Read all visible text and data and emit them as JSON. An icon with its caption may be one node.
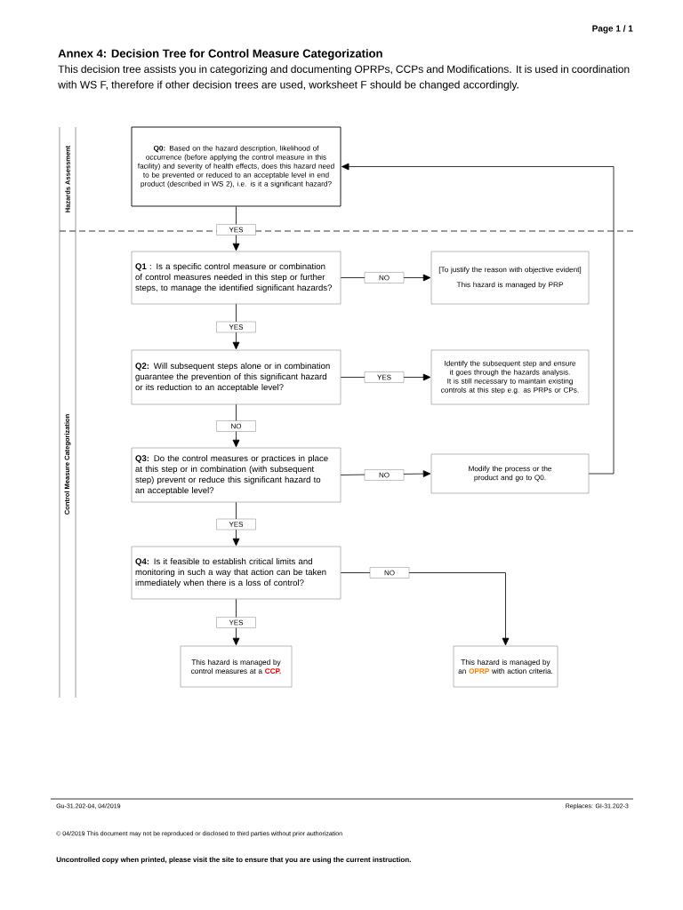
{
  "diagram": {
    "title": "Annex 4: Decision Tree for Control Measure Categorization",
    "nodes": [
      {
        "text": [
          "Hazards Assessment"
        ]
      },
      {
        "text": [
          "Control Measure Categorization"
        ]
      },
      {
        "text": [
          "**Q0:** Based on the hazard description, likelihood of occurrence (before applying the control measure in this facility) and severity of health effects, does this hazard need to be prevented or reduced to an acceptable level in end product (described in WS 2), i.e. is it a significant hazard?"
        ]
      },
      {
        "text": [
          "**Q1** : Is a specific control measure or combination of control measures needed in this step or further steps, to manage the identified significant hazards?"
        ]
      },
      {
        "text": [
          "[To justify the reason with objective evident]",
          "This hazard is managed by PRP"
        ]
      },
      {
        "text": [
          "**Q2:** Will subsequent steps alone or in combination guarantee the prevention of this significant hazard or its reduction to an acceptable level?"
        ]
      },
      {
        "text": [
          "Identify the subsequent step and ensure it goes through the hazards analysis. It is still necessary to maintain existing controls at this step e.g. as PRPs or CPs."
        ]
      },
      {
        "text": [
          "**Q3:** Do the control measures or practices in place at this step or in combination (with subsequent step) prevent or reduce this significant hazard to an acceptable level?"
        ]
      },
      {
        "text": [
          "Modify the process or the product and go to Q0."
        ]
      },
      {
        "text": [
          "**Q4:** Is it feasible to establish critical limits and monitoring in such a way that action can be taken immediately when there is a loss of control?"
        ]
      },
      {
        "text": [
          "This hazard is managed by control measures at a",
          "CCP."
        ]
      },
      {
        "text": [
          "This hazard is managed by an",
          "OPRP",
          "with action criteria."
        ]
      }
    ],
    "edges": [
      {
        "from": 2,
        "to": 3,
        "arrow": "to",
        "label": "YES"
      },
      {
        "from": 3,
        "to": 4,
        "arrow": "to",
        "label": "NO"
      },
      {
        "from": 3,
        "to": 5,
        "arrow": "to",
        "label": "YES"
      },
      {
        "from": 5,
        "to": 6,
        "arrow": "to",
        "label": "YES"
      },
      {
        "from": 5,
        "to": 7,
        "arrow": "to",
        "label": "NO"
      },
      {
        "from": 7,
        "to": 8,
        "arrow": "to",
        "label": "NO"
      },
      {
        "from": 8,
        "to": 2,
        "arrow": "to"
      },
      {
        "from": 7,
        "to": 9,
        "arrow": "to",
        "label": "YES"
      },
      {
        "from": 9,
        "to": 10,
        "arrow": "to",
        "label": "YES"
      },
      {
        "from": 9,
        "to": 11,
        "arrow": "to",
        "label": "NO"
      }
    ],
    "labels": [
      "Page 1 / 1",
      "This decision tree assists you in categorizing and documenting OPRPs, CCPs and Modifications. It is used in coordination with WS F, therefore if other decision trees are used, worksheet F should be changed accordingly.",
      "Gu-31.202-04, 04/2019",
      "Replaces: GI-31.202-3",
      "© 04/2019 This document may not be reproduced or disclosed to third parties without prior authorization",
      "Uncontrolled copy when printed, please visit the site to ensure that you are using the current instruction."
    ]
  }
}
